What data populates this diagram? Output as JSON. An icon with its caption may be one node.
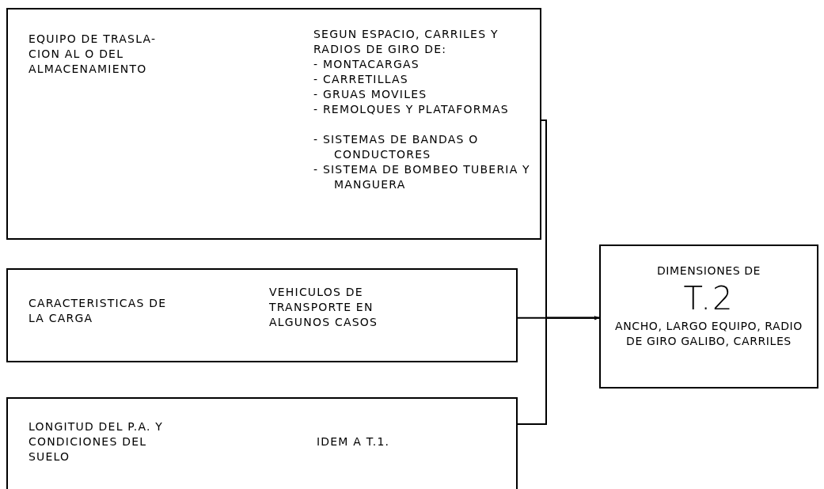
{
  "diagram": {
    "nodes": [
      {
        "text": [
          "EQUIPO DE TRASLA- CION AL O DEL ALMACENAMIENTO",
          "SEGUN ESPACIO, CARRILES Y RADIOS DE GIRO DE:",
          "- MONTACARGAS",
          "- CARRETILLAS",
          "- GRUAS MOVILES",
          "- REMOLQUES Y PLATAFORMAS",
          "- SISTEMAS DE BANDAS O CONDUCTORES",
          "- SISTEMA DE BOMBEO TUBERIA Y MANGUERA"
        ]
      },
      {
        "text": [
          "CARACTERISTICAS DE LA CARGA",
          "VEHICULOS DE TRANSPORTE EN ALGUNOS CASOS"
        ]
      },
      {
        "text": [
          "LONGITUD DEL P.A. Y CONDICIONES DEL SUELO",
          "IDEM A T.1."
        ]
      },
      {
        "text": [
          "DIMENSIONES DE",
          "T.2",
          "ANCHO, LARGO EQUIPO, RADIO DE GIRO GALIBO, CARRILES"
        ]
      }
    ],
    "edges": [
      {
        "from": 0,
        "to": 3,
        "arrow": "to"
      },
      {
        "from": 1,
        "to": 3,
        "arrow": "to"
      },
      {
        "from": 2,
        "to": 3,
        "arrow": "to"
      }
    ]
  }
}
